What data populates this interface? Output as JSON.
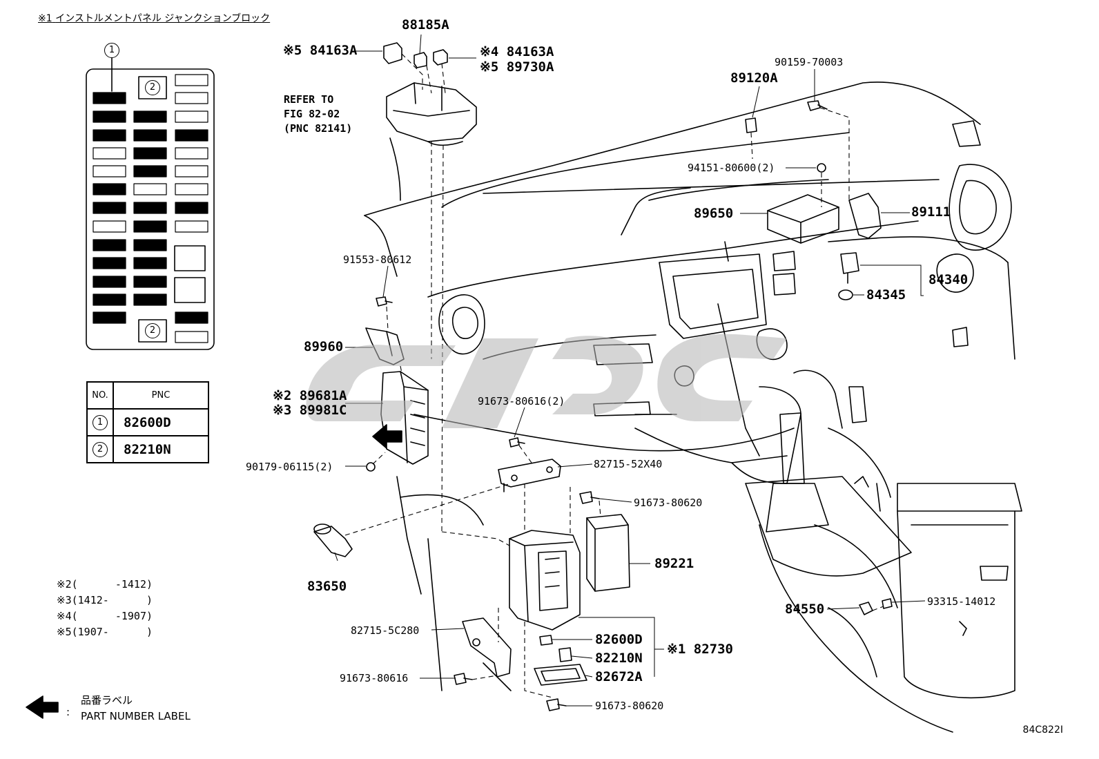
{
  "header": {
    "mark": "※1",
    "title": "インストルメントパネル ジャンクションブロック"
  },
  "fuse_block": {
    "callout_1": "1",
    "callout_2a": "2",
    "callout_2b": "2"
  },
  "pnc_table": {
    "header_no": "NO.",
    "header_pnc": "PNC",
    "rows": [
      {
        "no": "1",
        "pnc": "82600D"
      },
      {
        "no": "2",
        "pnc": "82210N"
      }
    ]
  },
  "notes": [
    {
      "mark": "※2",
      "range": "(      -1412)"
    },
    {
      "mark": "※3",
      "range": "(1412-      )"
    },
    {
      "mark": "※4",
      "range": "(      -1907)"
    },
    {
      "mark": "※5",
      "range": "(1907-      )"
    }
  ],
  "legend": {
    "jp": "品番ラベル",
    "sep": ":",
    "en": "PART NUMBER LABEL"
  },
  "refer": {
    "line1": "REFER TO",
    "line2": "FIG 82-02",
    "line3": "(PNC 82141)"
  },
  "parts": {
    "p88185A": "88185A",
    "p84163A_left": "※5 84163A",
    "p84163A_right": "※4 84163A",
    "p89730A": "※5 89730A",
    "p90159": "90159-70003",
    "p89120A": "89120A",
    "p94151": "94151-80600(2)",
    "p89650": "89650",
    "p89111": "89111",
    "p84340": "84340",
    "p84345": "84345",
    "p91553": "91553-80612",
    "p89960": "89960",
    "p89681A": "※2 89681A",
    "p89981C": "※3 89981C",
    "p91673_2": "91673-80616(2)",
    "p90179": "90179-06115(2)",
    "p82715_52X40": "82715-52X40",
    "p91673_80620a": "91673-80620",
    "p83650": "83650",
    "p89221": "89221",
    "p84550": "84550",
    "p93315": "93315-14012",
    "p82715_5C280": "82715-5C280",
    "p82600D": "82600D",
    "p82210N": "82210N",
    "p82672A": "82672A",
    "p82730": "※1 82730",
    "p91673_80616": "91673-80616",
    "p91673_80620b": "91673-80620"
  },
  "diagram_ref": "84C822I",
  "colors": {
    "line": "#000000",
    "background": "#ffffff",
    "watermark": "#b4b4b4"
  }
}
